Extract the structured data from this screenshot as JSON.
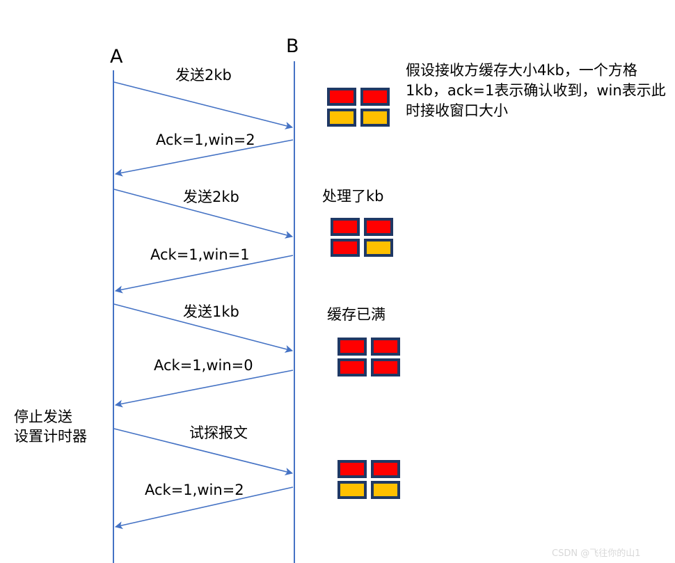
{
  "diagram": {
    "title_note": "假设接收方缓存大小4kb，一个方格1kb，ack=1表示确认收到，win表示此时接收窗口大小",
    "endpoints": {
      "sender_label": "A",
      "receiver_label": "B"
    },
    "colors": {
      "line": "#4472C4",
      "cell_border": "#1F3864",
      "cell_filled": "#FF0000",
      "cell_free": "#FFC000",
      "watermark": "#d8d8d8"
    },
    "messages": [
      {
        "label": "发送2kb",
        "direction": "a-to-b"
      },
      {
        "label": "Ack=1,win=2",
        "direction": "b-to-a"
      },
      {
        "label": "发送2kb",
        "direction": "a-to-b"
      },
      {
        "label": "Ack=1,win=1",
        "direction": "b-to-a"
      },
      {
        "label": "发送1kb",
        "direction": "a-to-b"
      },
      {
        "label": "Ack=1,win=0",
        "direction": "b-to-a"
      },
      {
        "label": "试探报文",
        "direction": "a-to-b"
      },
      {
        "label": "Ack=1,win=2",
        "direction": "b-to-a"
      }
    ],
    "side_note": "停止发送\n设置计时器",
    "buffers": [
      {
        "caption": "",
        "cells": [
          "red",
          "red",
          "amber",
          "amber"
        ]
      },
      {
        "caption": "处理了kb",
        "cells": [
          "red",
          "red",
          "red",
          "amber"
        ]
      },
      {
        "caption": "缓存已满",
        "cells": [
          "red",
          "red",
          "red",
          "red"
        ]
      },
      {
        "caption": "",
        "cells": [
          "red",
          "red",
          "amber",
          "amber"
        ]
      }
    ],
    "watermark": "CSDN @飞往你的山1"
  }
}
